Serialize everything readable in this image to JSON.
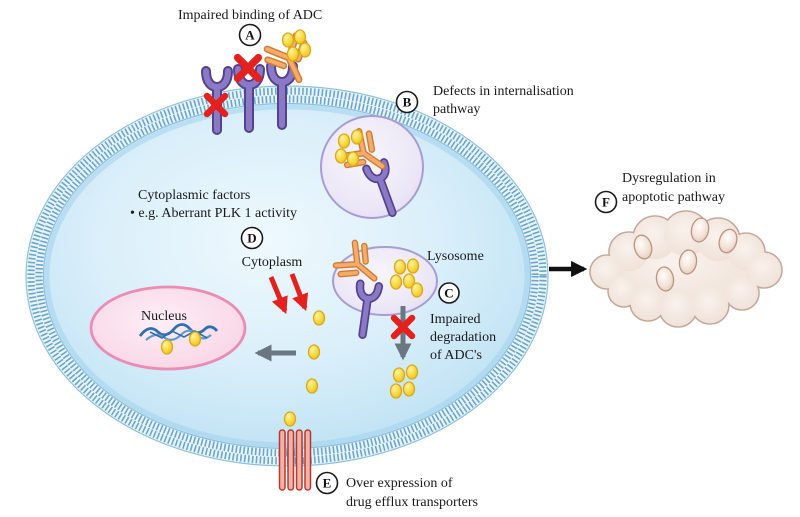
{
  "colors": {
    "cell_interior": "#cfe9f7",
    "membrane_blue": "#5c9dc8",
    "receptor_purple": "#8a79c4",
    "antibody_orange": "#f3ac6a",
    "drug_yellow": "#f6d63c",
    "cross_red": "#e3211f",
    "vesicle_lavender": "#e9e4f4",
    "nucleus_pink": "#f9d6e6",
    "apoptotic_beige": "#f1e6de",
    "arrow_gray": "#6a7681",
    "arrow_black": "#111111",
    "transporter_red": "#b7392d"
  },
  "annotations": {
    "a": {
      "letter": "A",
      "text": "Impaired binding of ADC"
    },
    "b": {
      "letter": "B",
      "line1": "Defects in internalisation",
      "line2": "pathway"
    },
    "c": {
      "letter": "C",
      "line1": "Impaired",
      "line2": "degradation",
      "line3": "of ADC's"
    },
    "d": {
      "letter": "D",
      "heading": "Cytoplasmic factors",
      "bullet": "• e.g. Aberrant PLK 1 activity",
      "label": "Cytoplasm"
    },
    "e": {
      "letter": "E",
      "line1": "Over expression of",
      "line2": "drug efflux transporters"
    },
    "f": {
      "letter": "F",
      "line1": "Dysregulation in",
      "line2": "apoptotic pathway"
    }
  },
  "organelles": {
    "nucleus": {
      "label": "Nucleus"
    },
    "lysosome": {
      "label": "Lysosome"
    }
  }
}
